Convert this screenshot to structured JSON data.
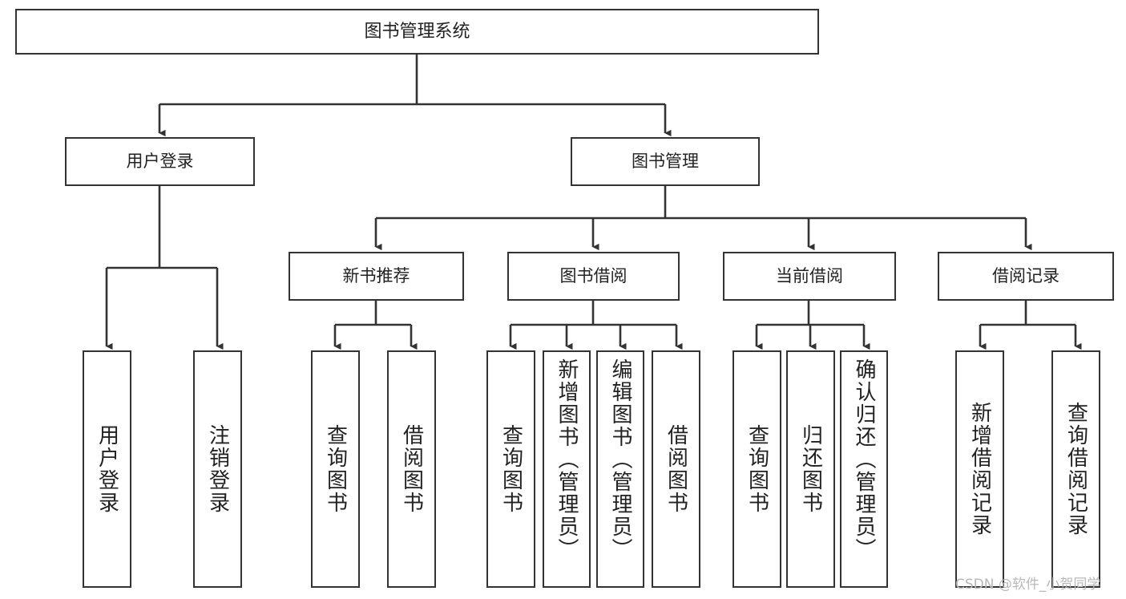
{
  "diagram": {
    "title": "图书管理系统",
    "type": "hierarchy-tree",
    "watermark": "CSDN @软件_小贺同学",
    "colors": {
      "box_border": "#333333",
      "box_fill": "#ffffff",
      "connector": "#333333",
      "text": "#222222",
      "watermark": "#b8b8b8"
    },
    "levels": {
      "level1": [
        "图书管理系统"
      ],
      "level2": [
        "用户登录",
        "图书管理"
      ],
      "level3": [
        "新书推荐",
        "图书借阅",
        "当前借阅",
        "借阅记录"
      ]
    },
    "nodes": {
      "root": {
        "label": "图书管理系统"
      },
      "user_login": {
        "label": "用户登录"
      },
      "book_manage": {
        "label": "图书管理"
      },
      "new_book_rec": {
        "label": "新书推荐"
      },
      "book_borrow": {
        "label": "图书借阅"
      },
      "current_borrow": {
        "label": "当前借阅"
      },
      "borrow_record": {
        "label": "借阅记录"
      },
      "leaf_user_login": {
        "label": "用户登录"
      },
      "leaf_logout": {
        "label": "注销登录"
      },
      "leaf_query_book_1": {
        "label": "查询图书"
      },
      "leaf_borrow_book_1": {
        "label": "借阅图书"
      },
      "leaf_query_book_2": {
        "label": "查询图书"
      },
      "leaf_add_book": {
        "label": "新增图书（管理员）"
      },
      "leaf_edit_book": {
        "label": "编辑图书（管理员）"
      },
      "leaf_borrow_book_2": {
        "label": "借阅图书"
      },
      "leaf_query_book_3": {
        "label": "查询图书"
      },
      "leaf_return_book": {
        "label": "归还图书"
      },
      "leaf_confirm_return": {
        "label": "确认归还（管理员）"
      },
      "leaf_add_record": {
        "label": "新增借阅记录"
      },
      "leaf_query_record": {
        "label": "查询借阅记录"
      }
    }
  }
}
